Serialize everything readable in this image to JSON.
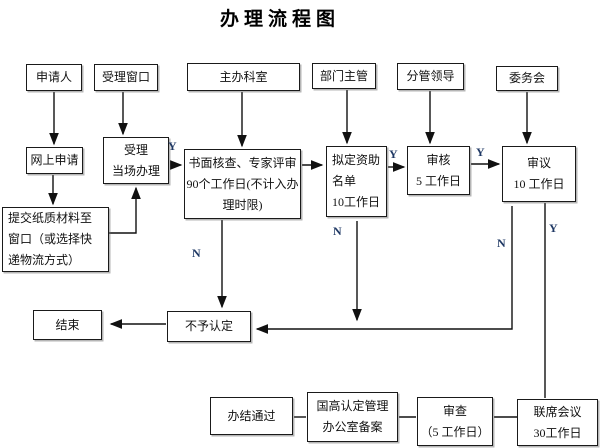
{
  "title": "办理流程图",
  "colors": {
    "background": "#ffffff",
    "line": "#111111",
    "node_border": "#1a1a1a",
    "edge_label": "#1f3864"
  },
  "nodes": {
    "applicant": "申请人",
    "acceptance_window": "受理窗口",
    "lead_office": "主办科室",
    "dept_head": "部门主管",
    "leader_in_charge": "分管领导",
    "committee": "委务会",
    "online_application": "网上申请",
    "acceptance_onsite": "受理\n当场办理",
    "written_review": "书面核查、专家评审\n90个工作日(不计入办\n理时限)",
    "draft_funding_list": "拟定资助\n名单\n10工作日",
    "review_5d": "审核\n5 工作日",
    "deliberation_10d": "审议\n10 工作日",
    "submit_paper": "提交纸质材料至\n窗口（或选择快\n递物流方式）",
    "end": "结束",
    "not_approved": "不予认定",
    "completed": "办结通过",
    "filing": "国高认定管理\n办公室备案",
    "examination_5d": "审查\n（5 工作日）",
    "joint_meeting": "联席会议\n30工作日"
  },
  "labels": {
    "y_acceptance": "Y",
    "y_draft": "Y",
    "y_review": "Y",
    "y_deliberation": "Y",
    "n_written": "N",
    "n_draft": "N",
    "n_deliberation": "N"
  }
}
